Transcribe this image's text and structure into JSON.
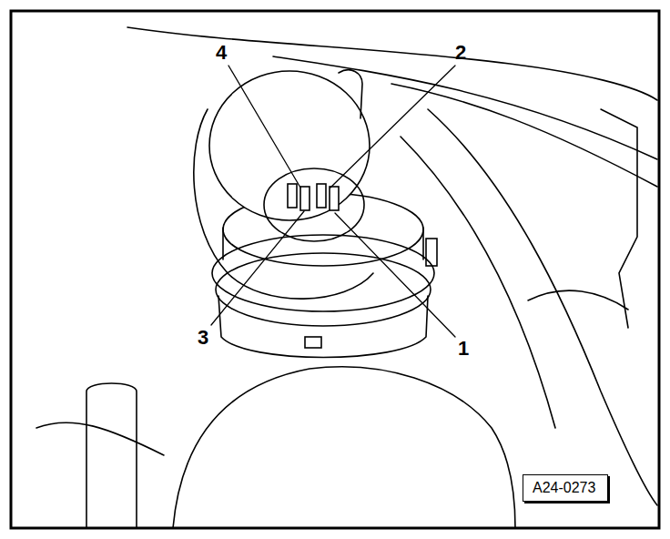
{
  "diagram": {
    "nodes": [
      {
        "text": [
          "A24-0273"
        ]
      }
    ],
    "labels": [
      "4",
      "2",
      "3",
      "1"
    ]
  }
}
